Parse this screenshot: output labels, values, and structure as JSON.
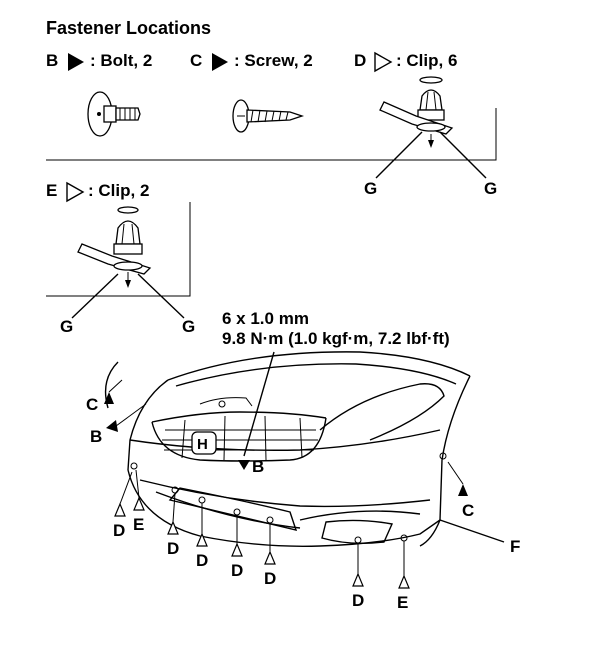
{
  "title": "Fastener Locations",
  "fasteners": {
    "bolt": {
      "letter": "B",
      "label": ": Bolt, 2"
    },
    "screw": {
      "letter": "C",
      "label": ": Screw, 2"
    },
    "clip_d": {
      "letter": "D",
      "label": ": Clip, 6"
    },
    "clip_e": {
      "letter": "E",
      "label": ": Clip, 2"
    }
  },
  "clip_callout": "G",
  "torque": {
    "size": "6 x 1.0 mm",
    "value": "9.8 N·m (1.0 kgf·m, 7.2 lbf·ft)"
  },
  "bumper_callouts": {
    "c_left": "C",
    "b_left": "B",
    "b_center": "B",
    "c_right": "C",
    "d_1": "D",
    "e_1": "E",
    "d_2": "D",
    "d_3": "D",
    "d_4": "D",
    "d_5": "D",
    "d_6": "D",
    "e_2": "E",
    "f": "F"
  }
}
